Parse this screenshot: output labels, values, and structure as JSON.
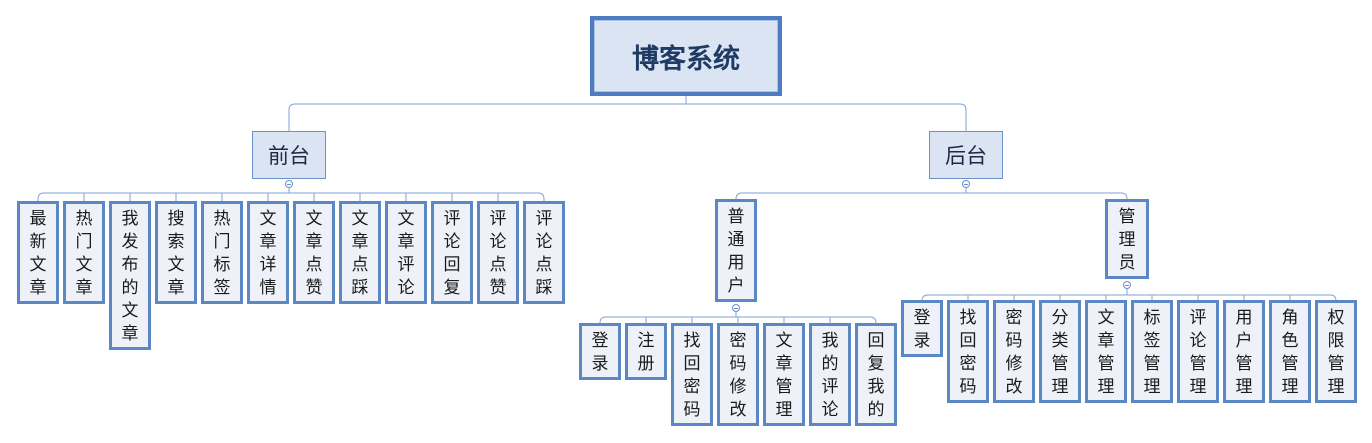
{
  "root": {
    "title": "博客系统"
  },
  "frontend": {
    "label": "前台",
    "items": [
      "最新文章",
      "热门文章",
      "我发布的文章",
      "搜索文章",
      "热门标签",
      "文章详情",
      "文章点赞",
      "文章点踩",
      "文章评论",
      "评论回复",
      "评论点赞",
      "评论点踩"
    ]
  },
  "backend": {
    "label": "后台",
    "user": {
      "label": "普通用户",
      "items": [
        "登录",
        "注册",
        "找回密码",
        "密码修改",
        "文章管理",
        "我的评论",
        "回复我的"
      ]
    },
    "admin": {
      "label": "管理员",
      "items": [
        "登录",
        "找回密码",
        "密码修改",
        "分类管理",
        "文章管理",
        "标签管理",
        "评论管理",
        "用户管理",
        "角色管理",
        "权限管理"
      ]
    }
  },
  "colors": {
    "line": "#7fa3d6",
    "border": "#5b87c5",
    "fill": "#eef1f8",
    "branch_fill": "#dbe4f3"
  }
}
